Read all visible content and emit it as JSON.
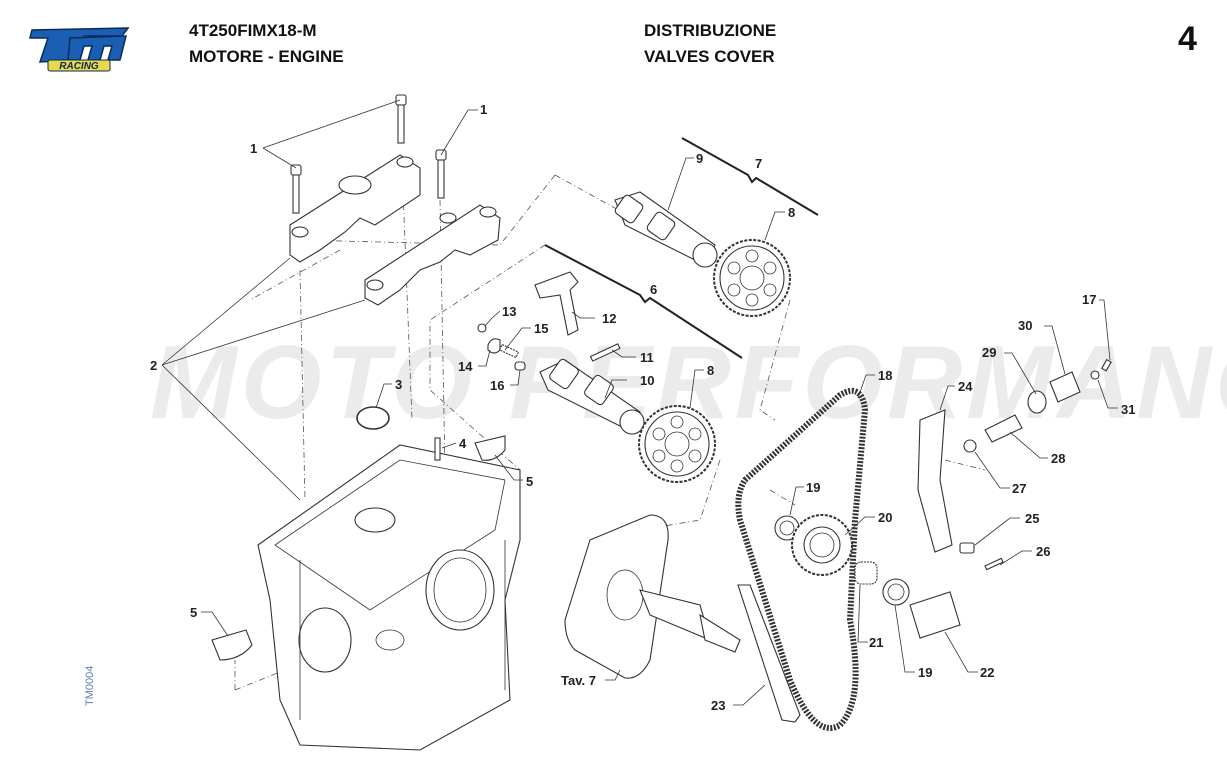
{
  "header": {
    "model_code": "4T250FIMX18-M",
    "group_it_en": "MOTORE - ENGINE",
    "section_it": "DISTRIBUZIONE",
    "section_en": "VALVES COVER",
    "page_number": "4"
  },
  "logo": {
    "brand": "tm",
    "sub": "RACING",
    "primary_color": "#1a5fb4",
    "accent_color": "#e8d94a"
  },
  "watermark": "MOTO PERFORMANCE",
  "drawing_code": "TM0004",
  "reference_label": "Tav. 7",
  "callouts": {
    "c1a": "1",
    "c1b": "1",
    "c2": "2",
    "c3": "3",
    "c4": "4",
    "c5a": "5",
    "c5b": "5",
    "c6": "6",
    "c7": "7",
    "c8a": "8",
    "c8b": "8",
    "c9": "9",
    "c10": "10",
    "c11": "11",
    "c12": "12",
    "c13": "13",
    "c14": "14",
    "c15": "15",
    "c16": "16",
    "c17": "17",
    "c18": "18",
    "c19a": "19",
    "c19b": "19",
    "c20": "20",
    "c21": "21",
    "c22": "22",
    "c23": "23",
    "c24": "24",
    "c25": "25",
    "c26": "26",
    "c27": "27",
    "c28": "28",
    "c29": "29",
    "c30": "30",
    "c31": "31"
  }
}
